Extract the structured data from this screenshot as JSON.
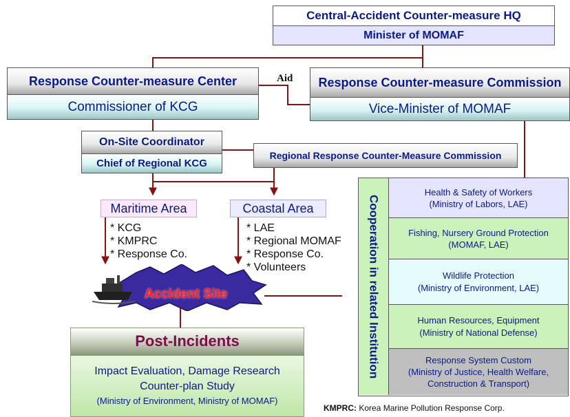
{
  "hq": {
    "title": "Central-Accident Counter-measure HQ",
    "subtitle": "Minister of MOMAF"
  },
  "center": {
    "title": "Response Counter-measure Center",
    "subtitle": "Commissioner of KCG"
  },
  "aid_label": "Aid",
  "commission": {
    "title": "Response Counter-measure Commission",
    "subtitle": "Vice-Minister of MOMAF"
  },
  "osc": {
    "title": "On-Site Coordinator",
    "subtitle": "Chief of Regional KCG"
  },
  "regional_commission": "Regional Response Counter-Measure Commission",
  "maritime": {
    "title": "Maritime Area",
    "items": [
      "* KCG",
      "* KMPRC",
      "* Response Co."
    ]
  },
  "coastal": {
    "title": "Coastal Area",
    "items": [
      "* LAE",
      "* Regional MOMAF",
      "* Response Co.",
      "* Volunteers"
    ]
  },
  "accident_site": "Accident Site",
  "post": {
    "title": "Post-Incidents",
    "line1": "Impact Evaluation, Damage Research",
    "line2": "Counter-plan Study",
    "line3": "(Ministry of Environment, Ministry of MOMAF)"
  },
  "cooperation_title": "Cooperation in related Institution",
  "cooperation_items": [
    {
      "line1": "Health & Safety of Workers",
      "line2": "(Ministry of Labors, LAE)",
      "line3": ""
    },
    {
      "line1": "Fishing, Nursery Ground Protection",
      "line2": "(MOMAF, LAE)",
      "line3": ""
    },
    {
      "line1": "Wildlife Protection",
      "line2": "(Ministry of Environment, LAE)",
      "line3": ""
    },
    {
      "line1": "Human Resources, Equipment",
      "line2": "(Ministry of National Defense)",
      "line3": ""
    },
    {
      "line1": "Response System Custom",
      "line2": "(Ministry of Justice, Health Welfare,",
      "line3": "Construction & Transport)"
    }
  ],
  "footnote": {
    "abbr": "KMPRC:",
    "text": "Korea Marine Pollution Response Corp."
  },
  "colors": {
    "navy_text": "#0a1a8c",
    "connector": "#8b1010",
    "lavender_box": "#e4e4ff",
    "cyan_box": "#d8f4f4",
    "green_box": "#ccf2bc",
    "gray_box": "#bfbfbf",
    "post_title": "#7a0f4a",
    "accident_text": "#ff2020"
  }
}
